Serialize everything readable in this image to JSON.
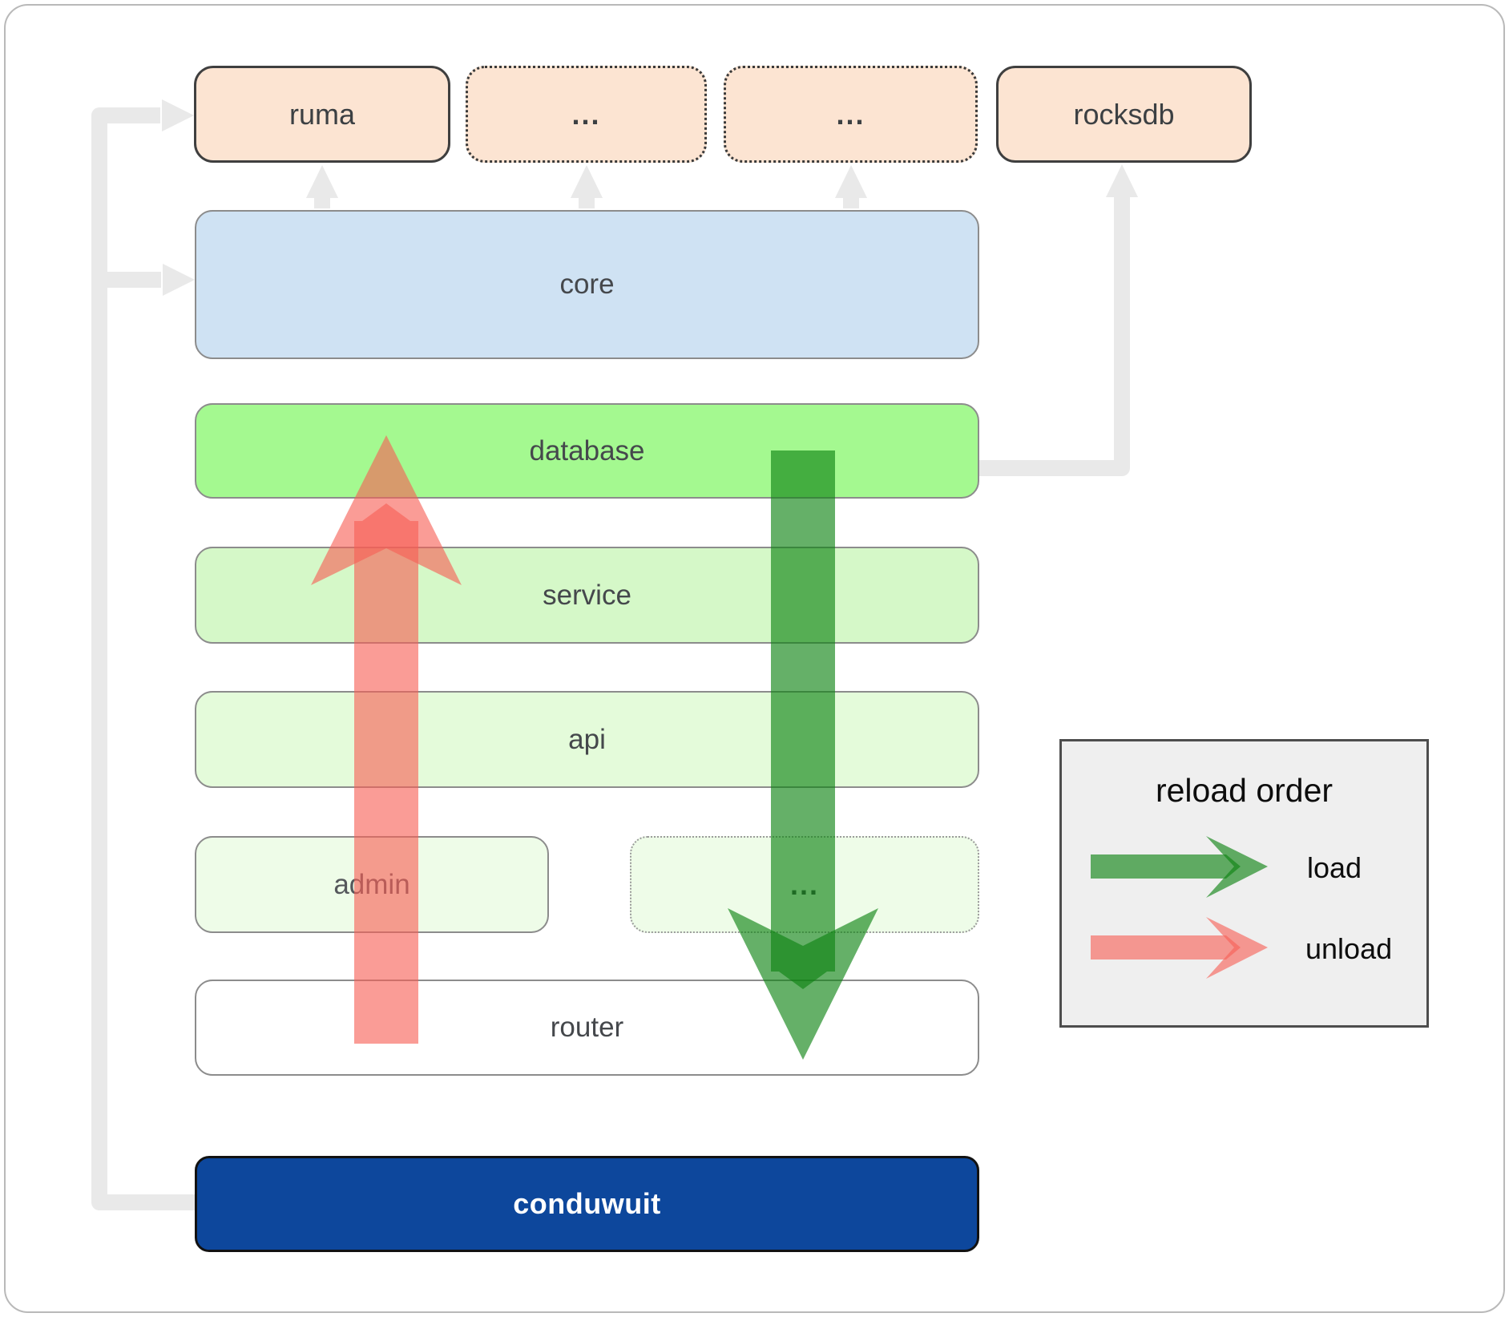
{
  "boxes": {
    "ruma": {
      "label": "ruma"
    },
    "ellipsis1": {
      "label": "..."
    },
    "ellipsis2": {
      "label": "..."
    },
    "rocksdb": {
      "label": "rocksdb"
    },
    "core": {
      "label": "core"
    },
    "database": {
      "label": "database"
    },
    "service": {
      "label": "service"
    },
    "api": {
      "label": "api"
    },
    "admin": {
      "label": "admin"
    },
    "adminEllipsis": {
      "label": "..."
    },
    "router": {
      "label": "router"
    },
    "conduwuit": {
      "label": "conduwuit"
    }
  },
  "legend": {
    "title": "reload order",
    "loadLabel": "load",
    "unloadLabel": "unload"
  },
  "colors": {
    "peach": "#fce4d2",
    "coreBlue": "#cfe2f3",
    "databaseGreen": "#a4f990",
    "serviceGreen": "#d5f8c8",
    "apiGreen": "#e4fbda",
    "faintGreen": "#eefce8",
    "routerWhite": "#ffffff",
    "conduwuitNavy": "#0d479c",
    "legendBg": "#efefef",
    "connectorGray": "#e9e9e9",
    "loadGreen": "#0e8413",
    "unloadRed": "#f75f55"
  }
}
